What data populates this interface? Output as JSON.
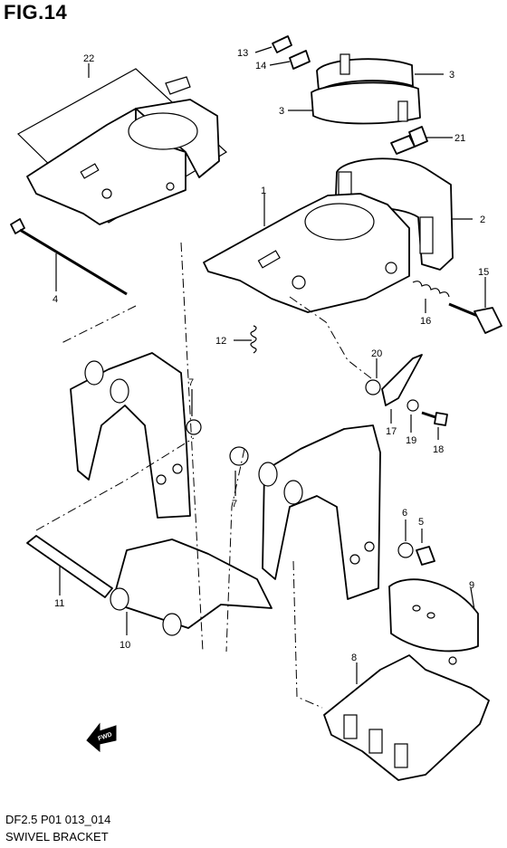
{
  "figure": {
    "title": "FIG.14",
    "code": "DF2.5 P01 013_014",
    "name": "SWIVEL BRACKET"
  },
  "callouts": [
    "1",
    "2",
    "3",
    "3",
    "4",
    "5",
    "6",
    "7",
    "7",
    "8",
    "9",
    "10",
    "11",
    "12",
    "13",
    "14",
    "15",
    "16",
    "17",
    "18",
    "19",
    "20",
    "21",
    "22"
  ],
  "fwd_marker": "FWD"
}
